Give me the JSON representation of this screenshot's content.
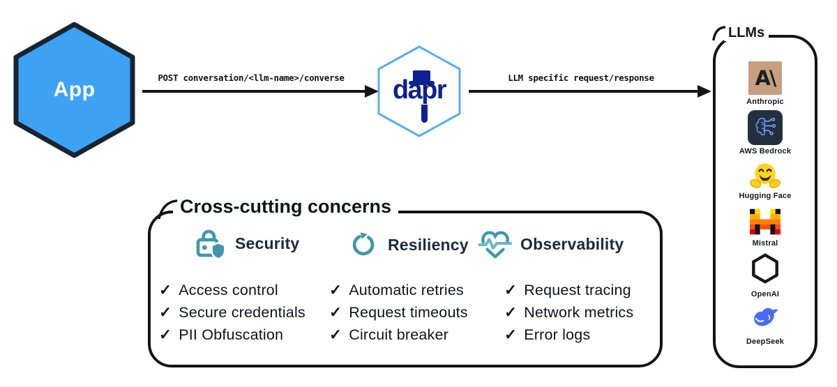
{
  "app_node": {
    "label": "App"
  },
  "dapr_node": {
    "label": "dapr"
  },
  "flow": {
    "request_label": "POST conversation/<llm-name>/converse",
    "response_label": "LLM specific request/response"
  },
  "llms_panel": {
    "title": "LLMs",
    "anthropic_glyph": "A\\",
    "providers": [
      {
        "name": "Anthropic",
        "icon": "anthropic-logo"
      },
      {
        "name": "AWS Bedrock",
        "icon": "aws-bedrock-logo"
      },
      {
        "name": "Hugging Face",
        "icon": "hugging-face-logo"
      },
      {
        "name": "Mistral",
        "icon": "mistral-logo"
      },
      {
        "name": "OpenAI",
        "icon": "openai-logo"
      },
      {
        "name": "DeepSeek",
        "icon": "deepseek-logo"
      }
    ]
  },
  "concerns_panel": {
    "title": "Cross-cutting concerns",
    "check": "✓",
    "columns": [
      {
        "heading": "Security",
        "icon": "lock-shield-icon",
        "items": [
          "Access control",
          "Secure credentials",
          "PII Obfuscation"
        ]
      },
      {
        "heading": "Resiliency",
        "icon": "refresh-icon",
        "items": [
          "Automatic retries",
          "Request timeouts",
          "Circuit breaker"
        ]
      },
      {
        "heading": "Observability",
        "icon": "heart-pulse-icon",
        "items": [
          "Request tracing",
          "Network metrics",
          "Error logs"
        ]
      }
    ]
  },
  "colors": {
    "app_fill": "#3EA2F4",
    "app_stroke": "#182430",
    "dapr_navy": "#0D2192",
    "dapr_hex_stroke": "#58AEF1",
    "line_black": "#141414",
    "teal_icon": "#3E98AA",
    "heading_navy": "#1B2B3C",
    "anthropic_tan": "#C79E7F",
    "bedrock_navy": "#232F3E",
    "hugging_face_yellow": "#FFD21E",
    "deepseek_blue": "#4C6BF5",
    "mistral_yellow": "#FFD800",
    "mistral_orange": "#FF8205",
    "mistral_red": "#E10500"
  }
}
